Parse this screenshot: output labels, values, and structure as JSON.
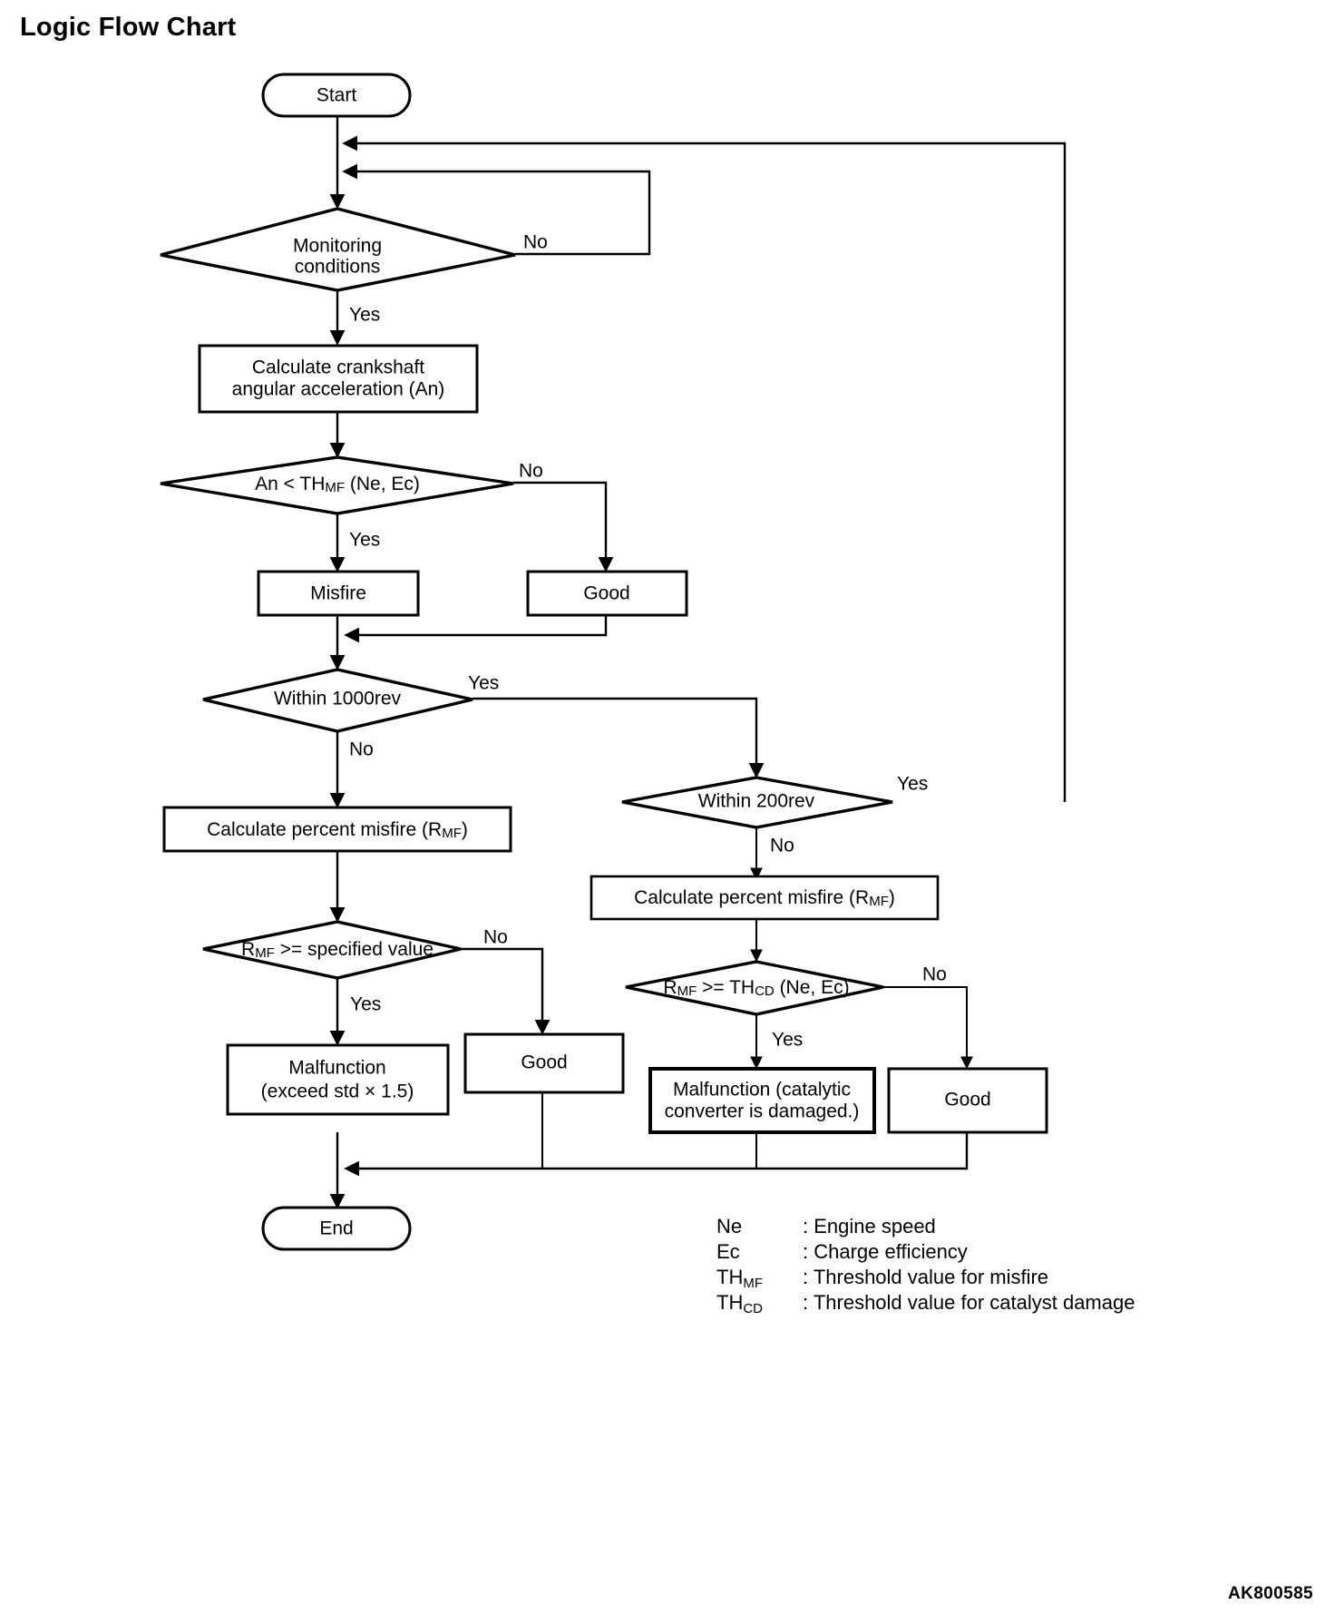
{
  "page_title": "Logic Flow Chart",
  "figure_code": "AK800585",
  "chart_data": {
    "type": "diagram",
    "title": "Logic Flow Chart",
    "subtype": "flowchart",
    "nodes": [
      {
        "id": "start",
        "shape": "terminator",
        "text": "Start"
      },
      {
        "id": "mon",
        "shape": "decision",
        "text_line1": "Monitoring",
        "text_line2": "conditions"
      },
      {
        "id": "calc_ang",
        "shape": "process",
        "text_line1": "Calculate crankshaft",
        "text_line2": "angular acceleration (An)"
      },
      {
        "id": "an_th",
        "shape": "decision",
        "text_pre": "An < TH",
        "text_sub": "MF",
        "text_post": " (Ne, Ec)"
      },
      {
        "id": "misfire",
        "shape": "process",
        "text": "Misfire"
      },
      {
        "id": "good1",
        "shape": "process",
        "text": "Good"
      },
      {
        "id": "within1000",
        "shape": "decision",
        "text": "Within 1000rev"
      },
      {
        "id": "within200",
        "shape": "decision",
        "text": "Within 200rev"
      },
      {
        "id": "calc_pct_l",
        "shape": "process",
        "text_pre": "Calculate percent misfire (R",
        "text_sub": "MF",
        "text_post": ")"
      },
      {
        "id": "calc_pct_r",
        "shape": "process",
        "text_pre": "Calculate percent misfire (R",
        "text_sub": "MF",
        "text_post": ")"
      },
      {
        "id": "rmf_spec",
        "shape": "decision",
        "text_pre": "R",
        "text_sub": "MF",
        "text_post": " >= specified value"
      },
      {
        "id": "rmf_thcd",
        "shape": "decision",
        "text_pre": "R",
        "text_sub": "MF",
        "text_mid": " >= TH",
        "text_sub2": "CD",
        "text_post": " (Ne, Ec)"
      },
      {
        "id": "malf_std",
        "shape": "process",
        "text_line1": "Malfunction",
        "text_line2": "(exceed std × 1.5)"
      },
      {
        "id": "good2",
        "shape": "process",
        "text": "Good"
      },
      {
        "id": "malf_cat",
        "shape": "process",
        "text_line1": "Malfunction (catalytic",
        "text_line2": "converter is damaged.)"
      },
      {
        "id": "good3",
        "shape": "process",
        "text": "Good"
      },
      {
        "id": "end",
        "shape": "terminator",
        "text": "End"
      }
    ],
    "edge_labels": [
      {
        "from": "mon",
        "label": "No"
      },
      {
        "from": "mon",
        "label": "Yes"
      },
      {
        "from": "an_th",
        "label": "No"
      },
      {
        "from": "an_th",
        "label": "Yes"
      },
      {
        "from": "within1000",
        "label": "Yes"
      },
      {
        "from": "within1000",
        "label": "No"
      },
      {
        "from": "within200",
        "label": "Yes"
      },
      {
        "from": "within200",
        "label": "No"
      },
      {
        "from": "rmf_spec",
        "label": "No"
      },
      {
        "from": "rmf_spec",
        "label": "Yes"
      },
      {
        "from": "rmf_thcd",
        "label": "No"
      },
      {
        "from": "rmf_thcd",
        "label": "Yes"
      }
    ],
    "legend_position": "bottom-right",
    "grid": false
  },
  "nodes": {
    "start": "Start",
    "monitoring_line1": "Monitoring",
    "monitoring_line2": "conditions",
    "calc_angular_line1": "Calculate crankshaft",
    "calc_angular_line2": "angular acceleration (An)",
    "an_th_pre": "An < TH",
    "an_th_sub": "MF",
    "an_th_post": " (Ne, Ec)",
    "misfire": "Misfire",
    "good_1": "Good",
    "within_1000rev": "Within 1000rev",
    "within_200rev": "Within 200rev",
    "calc_pct_pre": "Calculate percent misfire (R",
    "calc_pct_sub": "MF",
    "calc_pct_post": ")",
    "rmf_spec_pre": "R",
    "rmf_spec_sub": "MF",
    "rmf_spec_post": " >= specified value",
    "rmf_thcd_pre": "R",
    "rmf_thcd_sub": "MF",
    "rmf_thcd_mid": " >= TH",
    "rmf_thcd_sub2": "CD",
    "rmf_thcd_post": " (Ne, Ec)",
    "malfunction_std_line1": "Malfunction",
    "malfunction_std_line2": "(exceed std × 1.5)",
    "good_2": "Good",
    "malfunction_cat_line1": "Malfunction (catalytic",
    "malfunction_cat_line2": "converter is damaged.)",
    "good_3": "Good",
    "end": "End"
  },
  "edge_labels": {
    "mon_no": "No",
    "mon_yes": "Yes",
    "an_no": "No",
    "an_yes": "Yes",
    "w1000_yes": "Yes",
    "w1000_no": "No",
    "w200_yes": "Yes",
    "w200_no": "No",
    "rmf_spec_no": "No",
    "rmf_spec_yes": "Yes",
    "rmf_thcd_no": "No",
    "rmf_thcd_yes": "Yes"
  },
  "legend": [
    {
      "key": "Ne",
      "key_sub": "",
      "sep": ": ",
      "value": "Engine speed"
    },
    {
      "key": "Ec",
      "key_sub": "",
      "sep": ": ",
      "value": "Charge efficiency"
    },
    {
      "key": "TH",
      "key_sub": "MF",
      "sep": ": ",
      "value": "Threshold value for misfire"
    },
    {
      "key": "TH",
      "key_sub": "CD",
      "sep": ": ",
      "value": "Threshold value for catalyst damage"
    }
  ],
  "colors": {
    "ink": "#000000",
    "paper": "#ffffff"
  }
}
